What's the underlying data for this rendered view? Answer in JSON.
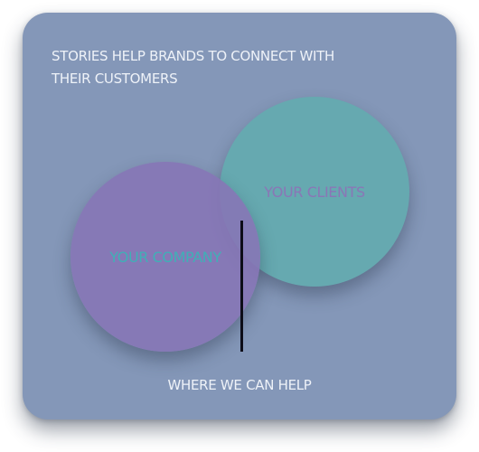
{
  "diagram": {
    "title": "STORIES HELP BRANDS TO CONNECT WITH THEIR CUSTOMERS",
    "circles": [
      {
        "label": "YOUR CLIENTS",
        "fill": "#66a9b0",
        "text_color": "#8a76b6"
      },
      {
        "label": "YOUR COMPANY",
        "fill": "#8676b6",
        "text_color": "#3fb0b6"
      }
    ],
    "overlap_label": "WHERE WE CAN HELP",
    "colors": {
      "card_background": "#8497b8",
      "text_light": "#eef2f8",
      "pointer_line": "#0d0d18"
    }
  }
}
